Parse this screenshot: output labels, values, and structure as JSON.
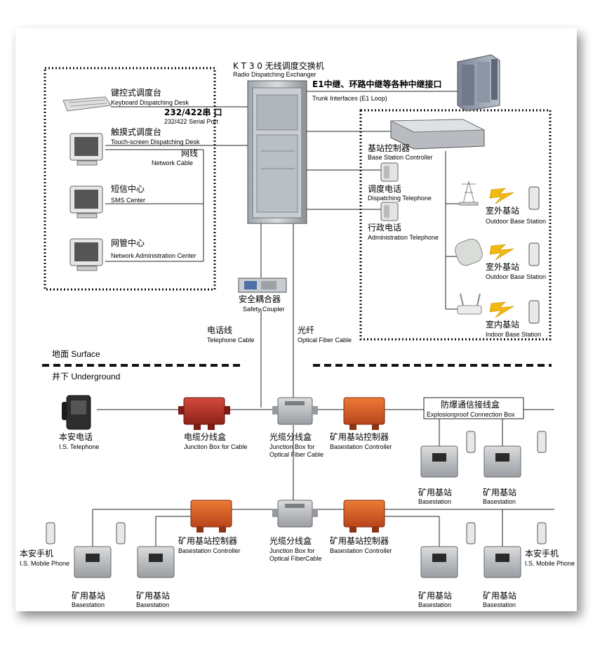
{
  "exchanger": {
    "zh": "K T 3 0 无线调度交换机",
    "en": "Radio Dispatching Exchanger"
  },
  "trunk": {
    "zh": "E1中继、环路中继等各种中继接口",
    "en": "Trunk Interfaces (E1 Loop)"
  },
  "keyboard_desk": {
    "zh": "键控式调度台",
    "en": "Keyboard Dispatching Desk"
  },
  "serial_port": {
    "zh": "232/422串 口",
    "en": "232/422 Serial Port"
  },
  "touch_desk": {
    "zh": "触摸式调度台",
    "en": "Touch-screen Dispatching Desk"
  },
  "network_cable": {
    "zh": "网线",
    "en": "Network Cable"
  },
  "sms_center": {
    "zh": "短信中心",
    "en": "SMS Center"
  },
  "nms_center": {
    "zh": "网管中心",
    "en": "Network Administration Center"
  },
  "bsc": {
    "zh": "基站控制器",
    "en": "Base Station Controller"
  },
  "dispatch_phone": {
    "zh": "调度电话",
    "en": "Dispatching Telephone"
  },
  "admin_phone": {
    "zh": "行政电话",
    "en": "Administration Telephone"
  },
  "outdoor_bs_1": {
    "zh": "室外基站",
    "en": "Outdoor Base Station"
  },
  "outdoor_bs_2": {
    "zh": "室外基站",
    "en": "Outdoor Base Station"
  },
  "indoor_bs": {
    "zh": "室内基站",
    "en": "Indoor Base Station"
  },
  "safety_coupler": {
    "zh": "安全耦合器",
    "en": "Safety Coupler"
  },
  "telephone_cable": {
    "zh": "电话线",
    "en": "Telephone Cable"
  },
  "optical_fiber": {
    "zh": "光纤",
    "en": "Optical Fiber Cable"
  },
  "surface": "地面 Surface",
  "underground": "井下 Underground",
  "is_telephone": {
    "zh": "本安电话",
    "en": "I.S. Telephone"
  },
  "jb_cable": {
    "zh": "电缆分线盒",
    "en": "Junction Box for Cable"
  },
  "jb_fiber_1": {
    "zh": "光缆分线盒",
    "en1": "Junction Box for",
    "en2": "Optical Fiber Cable"
  },
  "mine_bsc_1": {
    "zh": "矿用基站控制器",
    "en": "Basestation Controller"
  },
  "ex_box": {
    "zh": "防爆通信接线盒",
    "en": "Explosionproof Connection Box"
  },
  "mine_bs_1": {
    "zh": "矿用基站",
    "en": "Basestation"
  },
  "mine_bs_2": {
    "zh": "矿用基站",
    "en": "Basestation"
  },
  "mine_bsc_2": {
    "zh": "矿用基站控制器",
    "en": "Basestation Controller"
  },
  "jb_fiber_2": {
    "zh": "光缆分线盒",
    "en1": "Junction Box for",
    "en2": "Optical FiberCable"
  },
  "mine_bsc_3": {
    "zh": "矿用基站控制器",
    "en": "Basestation Controller"
  },
  "mobile_left": {
    "zh": "本安手机",
    "en": "I.S. Mobile Phone"
  },
  "mobile_right": {
    "zh": "本安手机",
    "en": "I.S. Mobile Phone"
  },
  "mine_bs_3": {
    "zh": "矿用基站",
    "en": "Basestation"
  },
  "mine_bs_4": {
    "zh": "矿用基站",
    "en": "Basestation"
  },
  "mine_bs_5": {
    "zh": "矿用基站",
    "en": "Basestation"
  },
  "mine_bs_6": {
    "zh": "矿用基站",
    "en": "Basestation"
  },
  "colors": {
    "junction_red": "#b8322a",
    "controller_orange": "#d9591f",
    "grey_box": "#b9bcbf",
    "line": "#222222"
  }
}
